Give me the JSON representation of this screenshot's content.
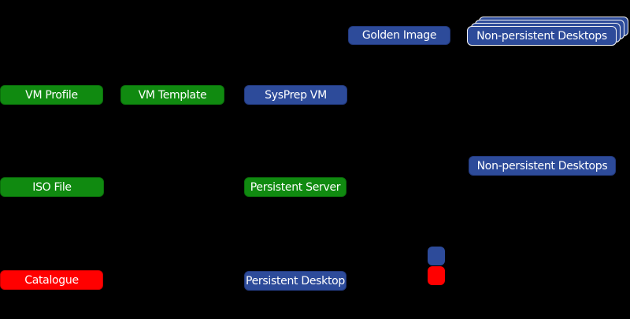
{
  "colors": {
    "background": "#000000",
    "green": "#108a10",
    "blue": "#2d4b9a",
    "red": "#ff0000",
    "text": "#ffffff",
    "stack_border": "#f5f5f5"
  },
  "nodes": {
    "vm_profile": {
      "label": "VM Profile",
      "color_key": "green"
    },
    "vm_template": {
      "label": "VM Template",
      "color_key": "green"
    },
    "sysprep_vm": {
      "label": "SysPrep VM",
      "color_key": "blue"
    },
    "golden_image": {
      "label": "Golden Image",
      "color_key": "blue"
    },
    "non_persistent_desktops_stack": {
      "label": "Non-persistent Desktops",
      "color_key": "blue",
      "layers": 4
    },
    "iso_file": {
      "label": "ISO File",
      "color_key": "green"
    },
    "persistent_server": {
      "label": "Persistent Server",
      "color_key": "green"
    },
    "non_persistent_desktops": {
      "label": "Non-persistent Desktops",
      "color_key": "blue"
    },
    "catalogue": {
      "label": "Catalogue",
      "color_key": "red"
    },
    "persistent_desktop": {
      "label": "Persistent Desktop",
      "color_key": "blue"
    }
  },
  "legend": {
    "blue_swatch_color": "#2d4b9a",
    "red_swatch_color": "#ff0000"
  }
}
